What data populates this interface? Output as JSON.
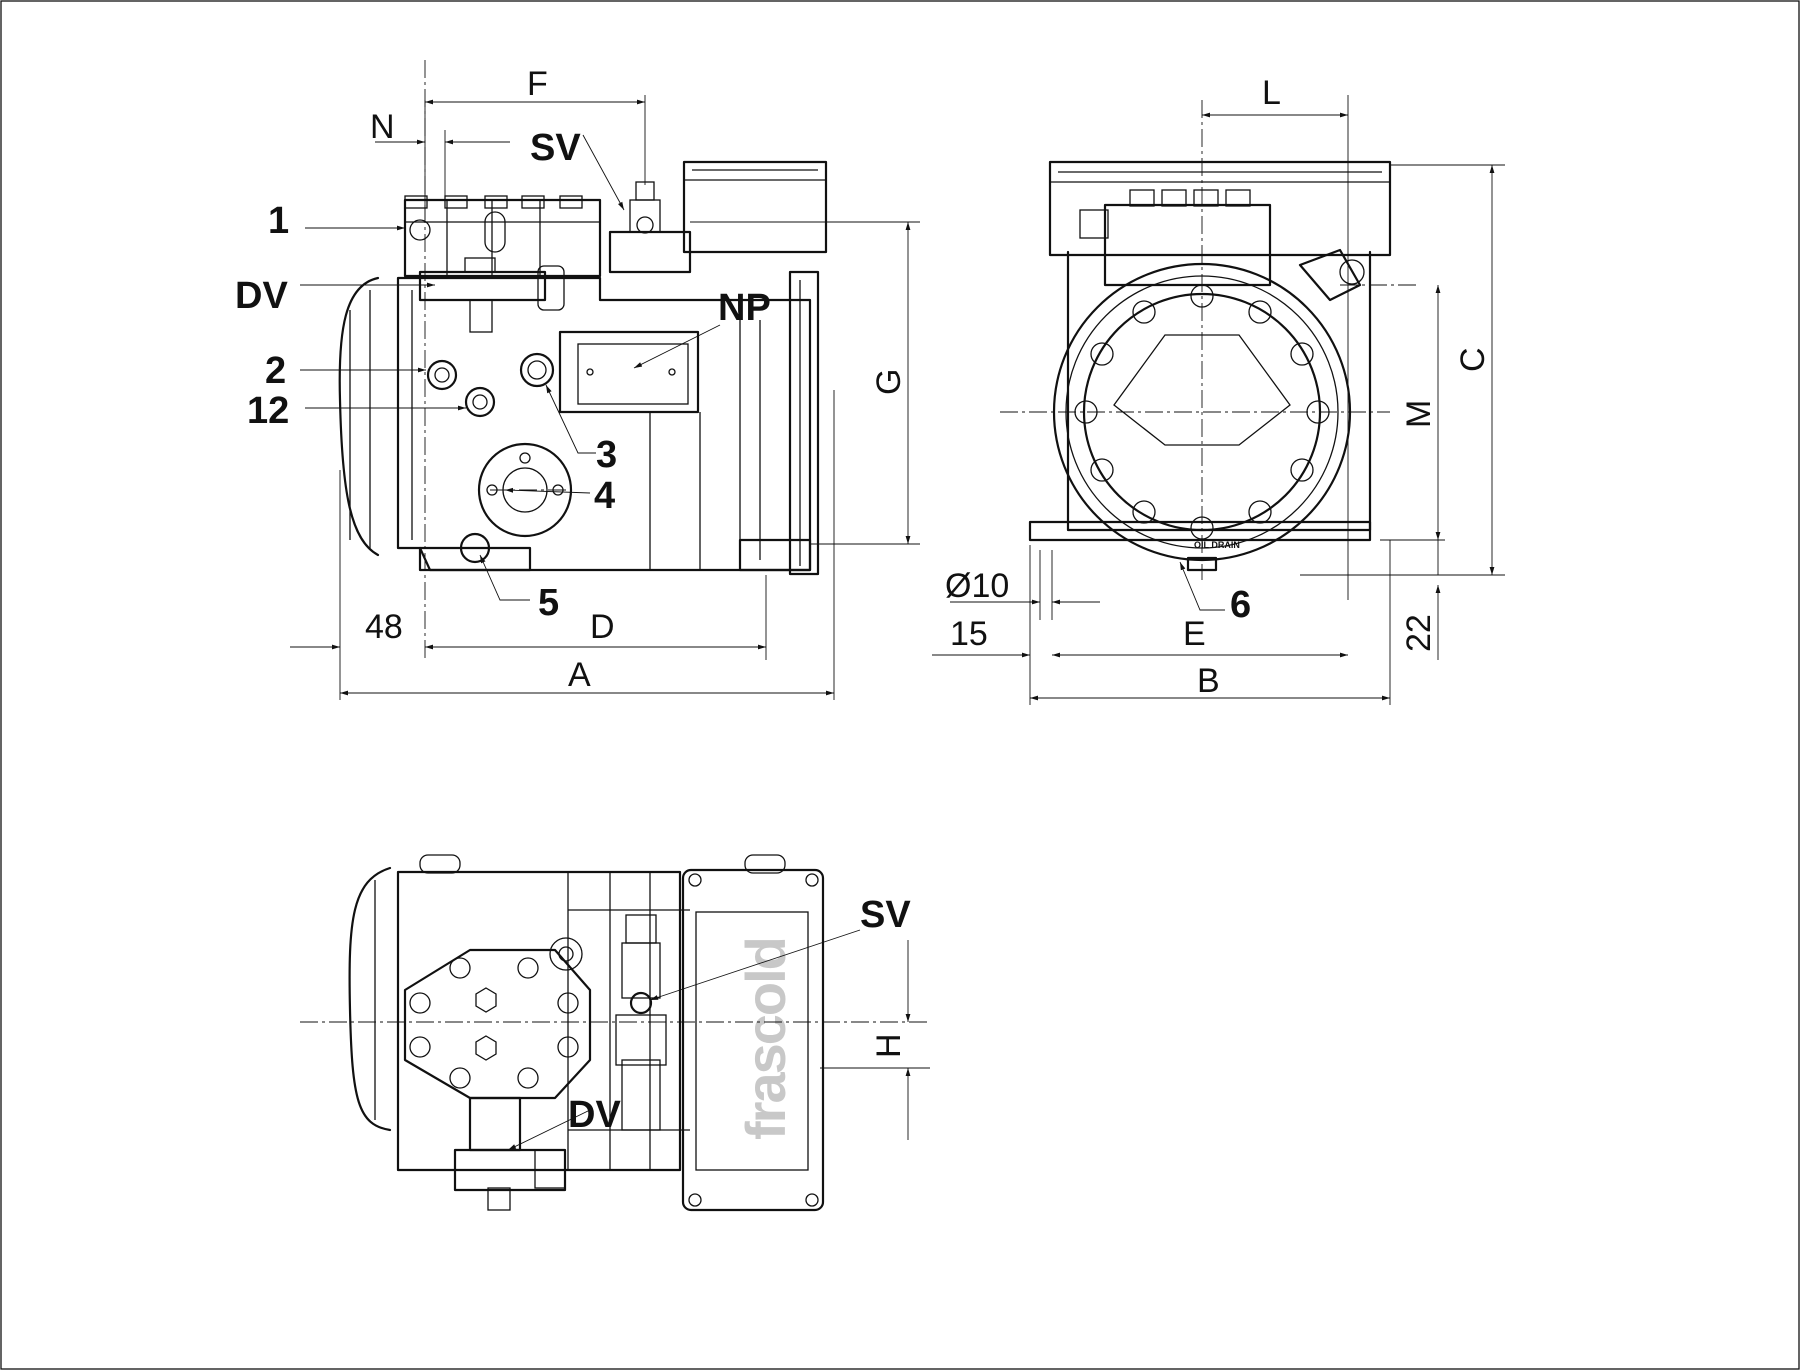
{
  "callouts": {
    "c1": "1",
    "dv_side": "DV",
    "c2": "2",
    "c12": "12",
    "sv_side": "SV",
    "np": "NP",
    "c3": "3",
    "c4": "4",
    "c5": "5",
    "c6": "6",
    "sv_top": "SV",
    "dv_top": "DV"
  },
  "dimensions": {
    "F": "F",
    "N": "N",
    "G": "G",
    "d48": "48",
    "D": "D",
    "A": "A",
    "L": "L",
    "C": "C",
    "M": "M",
    "phi10": "Ø10",
    "d15": "15",
    "E": "E",
    "B": "B",
    "d22": "22",
    "H": "H"
  },
  "markings": {
    "oil_drain": "OIL DRAIN",
    "brand": "frascold"
  }
}
